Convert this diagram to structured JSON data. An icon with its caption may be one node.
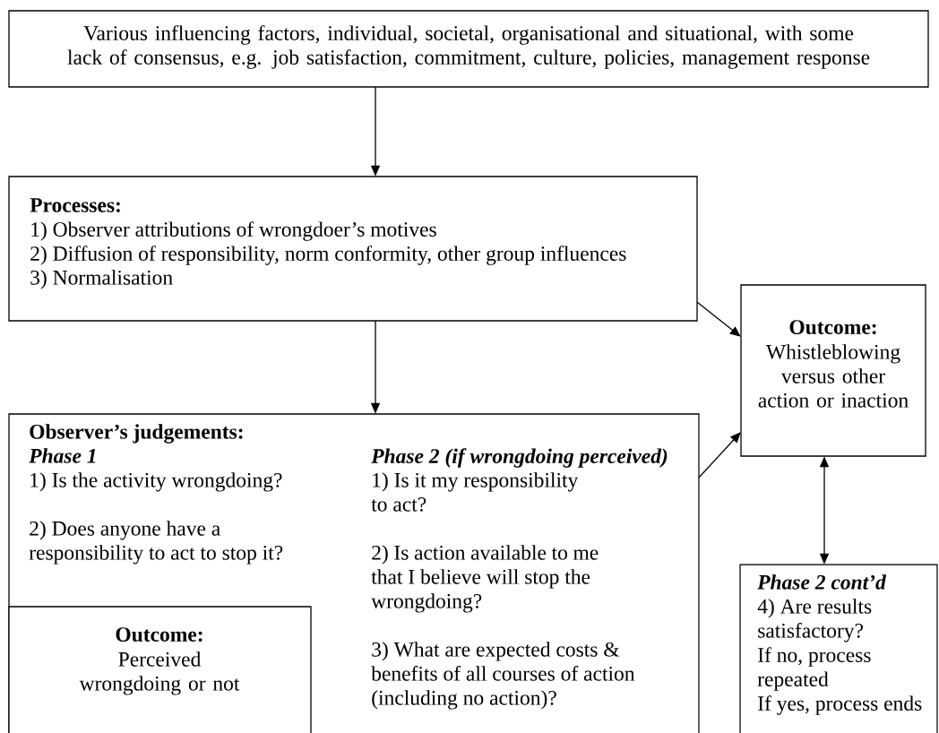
{
  "diagram": {
    "nodes": [
      {
        "text": [
          "Various influencing factors, individual, societal, organisational and situational, with some lack of consensus, e.g. job satisfaction, commitment, culture, policies, management response"
        ]
      },
      {
        "text": [
          "Processes:",
          "1) Observer attributions of wrongdoer’s motives",
          "2) Diffusion of responsibility, norm conformity, other group influences",
          "3) Normalisation"
        ]
      },
      {
        "text": [
          "Observer’s judgements:",
          "Phase 1",
          "1) Is the activity wrongdoing?",
          "2) Does anyone have a responsibility to act to stop it?",
          "Phase 2 (if wrongdoing perceived)",
          "1) Is it my responsibility to act?",
          "2) Is action available to me that I believe will stop the wrongdoing?",
          "3) What are expected costs & benefits of all courses of action (including no action)?"
        ]
      },
      {
        "text": [
          "Outcome:",
          "Perceived wrongdoing or not"
        ],
        "in": 2
      },
      {
        "text": [
          "Outcome:",
          "Whistleblowing versus other action or inaction"
        ]
      },
      {
        "text": [
          "Phase 2 cont’d",
          "4) Are results satisfactory?",
          "If no, process repeated",
          "If yes, process ends"
        ]
      }
    ],
    "edges": [
      {
        "from": 0,
        "to": 1,
        "arrow": "to"
      },
      {
        "from": 1,
        "to": 2,
        "arrow": "to"
      },
      {
        "from": 1,
        "to": 4,
        "arrow": "to"
      },
      {
        "from": 2,
        "to": 4,
        "arrow": "to"
      },
      {
        "from": 4,
        "to": 5,
        "arrow": "both"
      }
    ]
  }
}
